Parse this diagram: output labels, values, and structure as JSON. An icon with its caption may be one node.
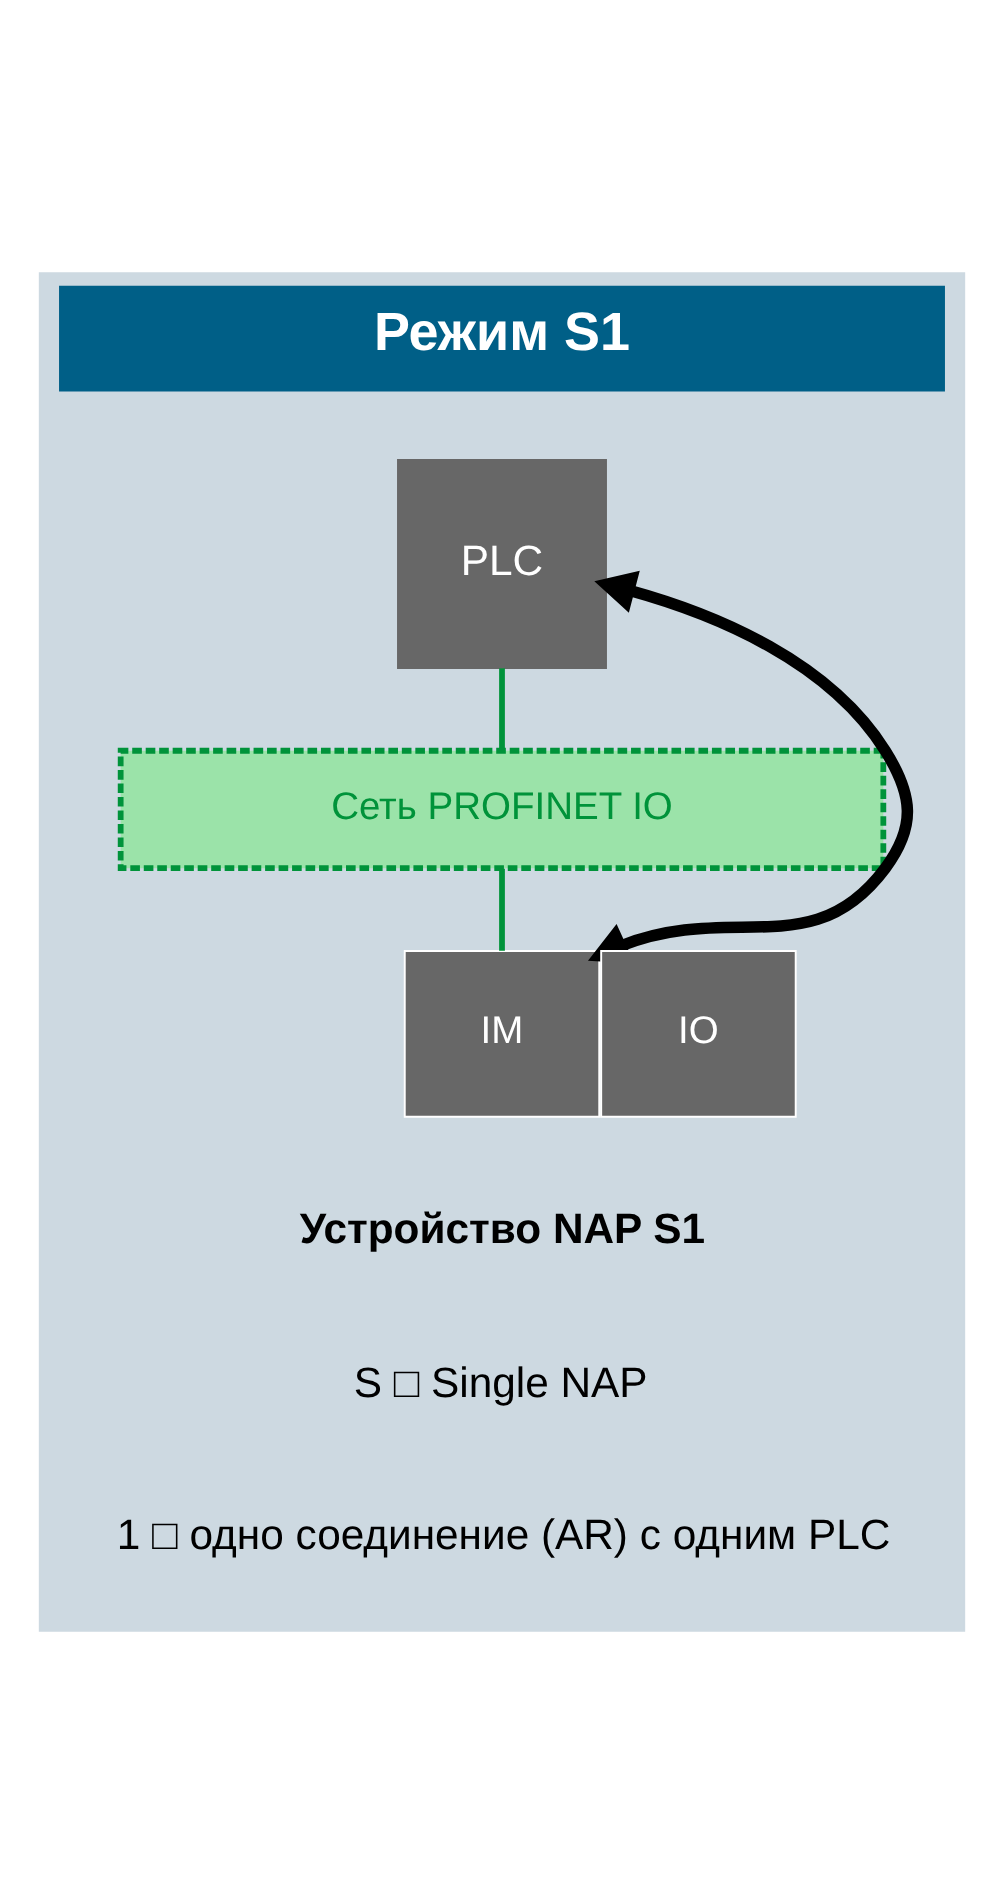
{
  "diagram": {
    "nodes": [
      {
        "text": [
          "Режим S1"
        ]
      },
      {
        "text": [
          "PLC"
        ],
        "in": 0
      },
      {
        "text": [
          "Сеть PROFINET IO"
        ],
        "in": 0
      },
      {
        "text": [
          "IM"
        ],
        "in": 0
      },
      {
        "text": [
          "IO"
        ],
        "in": 0
      }
    ],
    "edges": [
      {
        "from": 1,
        "to": 2,
        "arrow": "none"
      },
      {
        "from": 2,
        "to": 3,
        "arrow": "none"
      },
      {
        "from": 1,
        "to": 3,
        "arrow": "both",
        "style": "thick",
        "color": "#000000"
      }
    ],
    "labels": [
      "Устройство NAP S1",
      "S □ Single NAP",
      "1 □ одно соединение (AR) с одним PLC"
    ]
  }
}
